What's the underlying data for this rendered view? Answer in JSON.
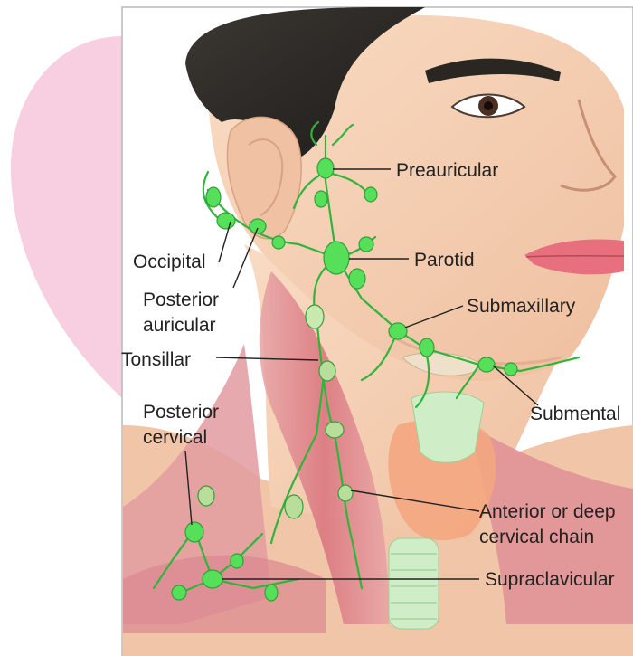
{
  "labels": {
    "preauricular": "Preauricular",
    "occipital": "Occipital",
    "parotid": "Parotid",
    "posterior_auricular_1": "Posterior",
    "posterior_auricular_2": "auricular",
    "submaxillary": "Submaxillary",
    "tonsillar": "Tonsillar",
    "posterior_cervical_1": "Posterior",
    "posterior_cervical_2": "cervical",
    "submental": "Submental",
    "anterior_chain_1": "Anterior or deep",
    "anterior_chain_2": "cervical chain",
    "supraclavicular": "Supraclavicular"
  },
  "colors": {
    "node_green": "#56e05a",
    "vessel_green": "#2fb53a",
    "skin": "#f6d0b4",
    "muscle": "#e08a92",
    "hair": "#2c2a25",
    "lips": "#e8707e",
    "background_shape": "#f7cfe0"
  }
}
